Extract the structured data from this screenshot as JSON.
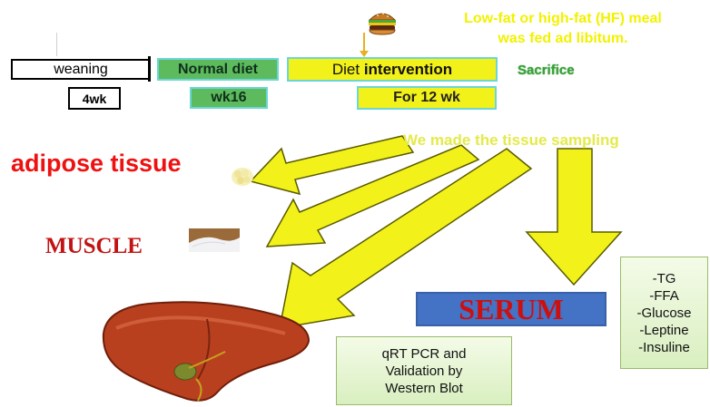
{
  "diagram": {
    "faint_title": "",
    "meal_note": {
      "line1": "Low-fat or high-fat (HF) meal",
      "line2": "was fed ad libitum."
    },
    "timeline": {
      "weaning": "weaning",
      "normal_diet": "Normal diet",
      "diet_intervention_prefix": "Diet ",
      "diet_intervention_bold": "intervention",
      "sacrifice": "Sacrifice",
      "age_weaning": "4wk",
      "age_start": "wk16",
      "duration": "For 12 wk"
    },
    "sampling_note": "We made the tissue sampling",
    "tissues": {
      "adipose": "adipose tissue",
      "muscle": "MUSCLE",
      "serum": "SERUM"
    },
    "serum_markers": [
      "-TG",
      "-FFA",
      "-Glucose",
      "-Leptine",
      "-Insuline"
    ],
    "validation": [
      "qRT PCR and",
      "Validation by",
      "Western Blot"
    ],
    "icons": [
      "hamburger-icon",
      "fat-tissue-icon",
      "muscle-tissue-icon",
      "liver-icon"
    ],
    "colors": {
      "arrow_fill": "#f2f21a",
      "arrow_outline": "#5a5a00",
      "normal_diet": "#5dbb5d",
      "intervention": "#f2f21a",
      "box_border": "#6ad6d6",
      "serum_box": "#4472c4",
      "tissue_red": "#ee1111",
      "sacrifice_green": "#35a535"
    }
  }
}
